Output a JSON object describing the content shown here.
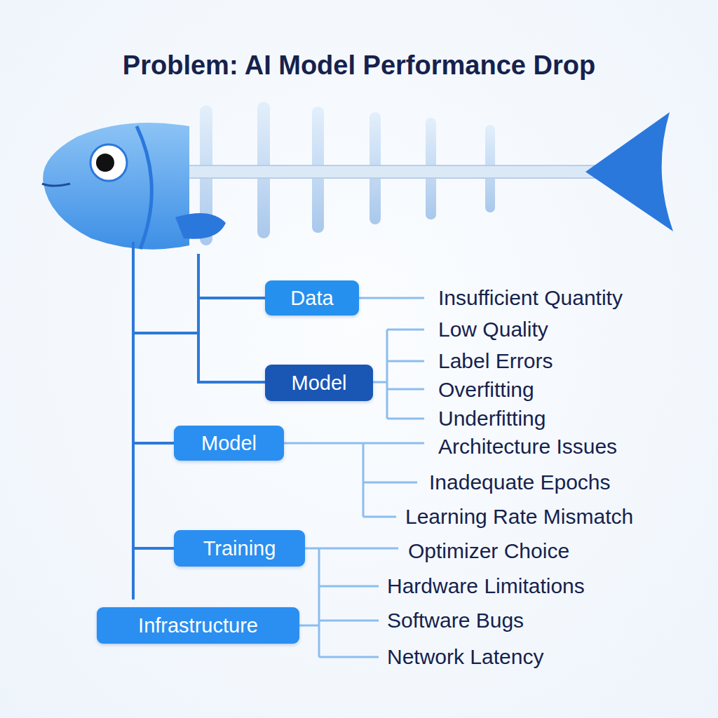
{
  "diagram": {
    "title": "Problem: AI Model Performance Drop",
    "nodes": [
      {
        "text": [
          "Data"
        ]
      },
      {
        "text": [
          "Model"
        ]
      },
      {
        "text": [
          "Model"
        ]
      },
      {
        "text": [
          "Training"
        ]
      },
      {
        "text": [
          "Infrastructure"
        ]
      }
    ],
    "labels": [
      "Insufficient Quantity",
      "Low Quality",
      "Label Errors",
      "Overfitting",
      "Underfitting",
      "Architecture Issues",
      "Inadequate Epochs",
      "Learning Rate Mismatch",
      "Optimizer Choice",
      "Hardware Limitations",
      "Software Bugs",
      "Network Latency"
    ]
  }
}
